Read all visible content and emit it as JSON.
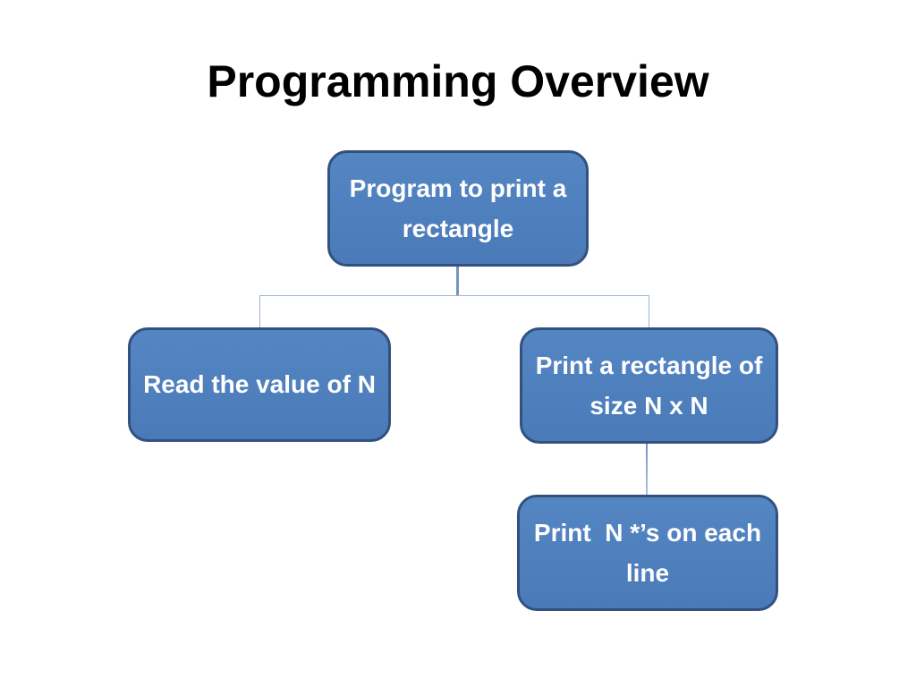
{
  "slide": {
    "title": "Programming Overview"
  },
  "diagram": {
    "type": "flowchart",
    "root": {
      "label": "Program to print a\nrectangle"
    },
    "left_child": {
      "label": "Read the value of N"
    },
    "right_child": {
      "label": "Print a rectangle of\nsize N x N"
    },
    "grandchild": {
      "label": "Print  N *’s on each\nline"
    },
    "edges": [
      {
        "from": "root",
        "to": "left_child"
      },
      {
        "from": "root",
        "to": "right_child"
      },
      {
        "from": "right_child",
        "to": "grandchild"
      }
    ]
  },
  "colors": {
    "bg": "#ffffff",
    "title_color": "#000000",
    "node_fill_top": "#5586c4",
    "node_fill_bottom": "#4a7ab8",
    "node_border": "#33517e",
    "node_text": "#ffffff",
    "connector": "#9db5d2",
    "connector_strong": "#7494c2",
    "connector_light": "#a9c4df"
  }
}
